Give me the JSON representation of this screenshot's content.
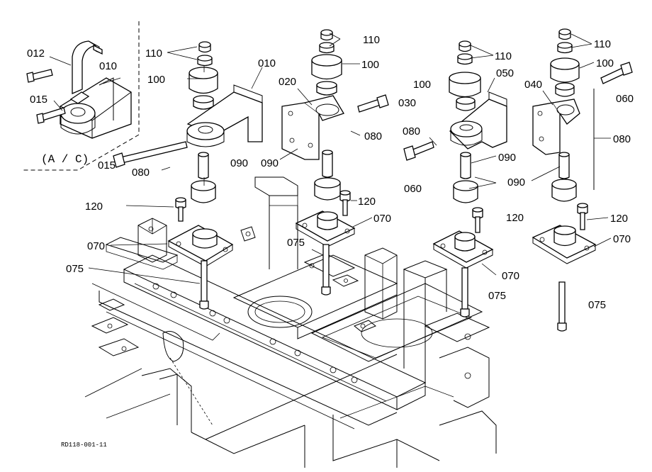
{
  "drawing": {
    "code": "RD118-001-11",
    "detail_label": "(A / C)"
  },
  "parts": {
    "p010a": "010",
    "p010b": "010",
    "p012": "012",
    "p015a": "015",
    "p015b": "015",
    "p020": "020",
    "p030": "030",
    "p040": "040",
    "p050": "050",
    "p060a": "060",
    "p060b": "060",
    "p070a": "070",
    "p070b": "070",
    "p070c": "070",
    "p070d": "070",
    "p075a": "075",
    "p075b": "075",
    "p075c": "075",
    "p075d": "075",
    "p080a": "080",
    "p080b": "080",
    "p080c": "080",
    "p080d": "080",
    "p090a": "090",
    "p090b": "090",
    "p090c": "090",
    "p090d": "090",
    "p100a": "100",
    "p100b": "100",
    "p100c": "100",
    "p100d": "100",
    "p110a": "110",
    "p110b": "110",
    "p110c": "110",
    "p110d": "110",
    "p120a": "120",
    "p120b": "120",
    "p120c": "120",
    "p120d": "120"
  }
}
